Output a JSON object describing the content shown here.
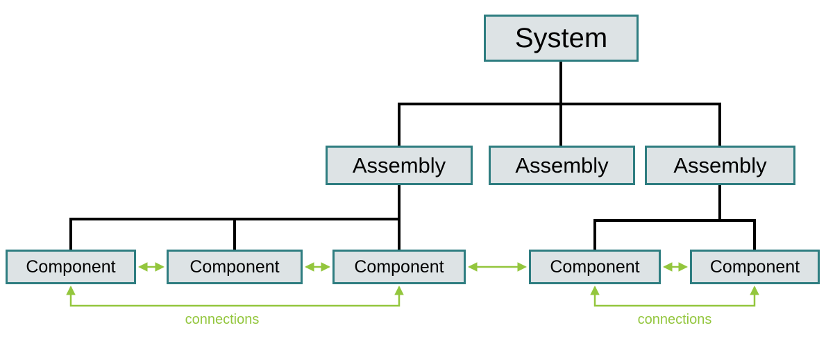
{
  "diagram": {
    "nodes": {
      "system": {
        "label": "System"
      },
      "assembly1": {
        "label": "Assembly"
      },
      "assembly2": {
        "label": "Assembly"
      },
      "assembly3": {
        "label": "Assembly"
      },
      "component1": {
        "label": "Component"
      },
      "component2": {
        "label": "Component"
      },
      "component3": {
        "label": "Component"
      },
      "component4": {
        "label": "Component"
      },
      "component5": {
        "label": "Component"
      }
    },
    "annotations": {
      "connections_left": "connections",
      "connections_right": "connections"
    }
  },
  "colors": {
    "box-fill": "#dde3e5",
    "box-border": "#2e7d80",
    "line-black": "#000000",
    "accent-green": "#93c63d"
  }
}
